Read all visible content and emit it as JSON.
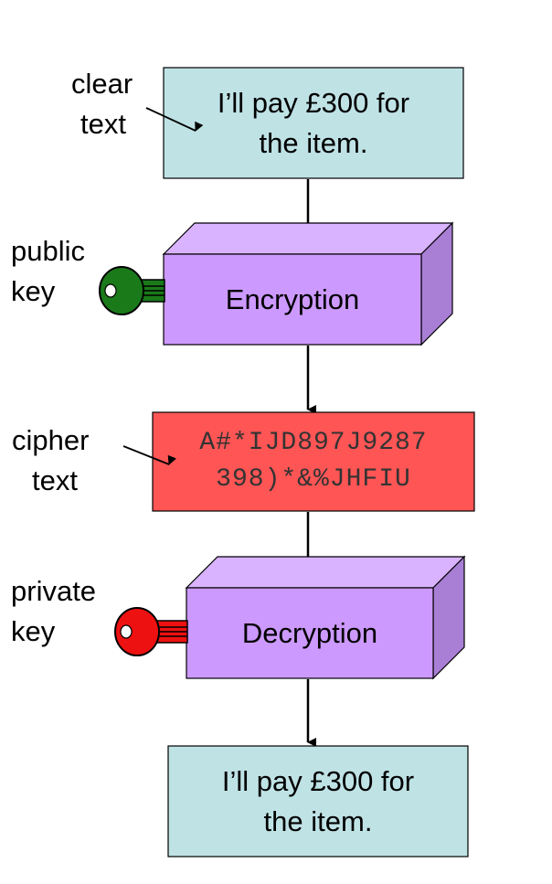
{
  "labels": {
    "clear_text": [
      "clear",
      "text"
    ],
    "public_key": [
      "public",
      "key"
    ],
    "cipher_text": [
      "cipher",
      "text"
    ],
    "private_key": [
      "private",
      "key"
    ]
  },
  "boxes": {
    "plaintext_top": [
      "I’ll pay £300 for",
      "the item."
    ],
    "encryption": "Encryption",
    "ciphertext": [
      "A#*IJD897J9287",
      "398)*&%JHFIU"
    ],
    "decryption": "Decryption",
    "plaintext_bottom": [
      "I’ll pay £300 for",
      "the item."
    ]
  },
  "colors": {
    "plaintext_box": "#bfe2e5",
    "process_front": "#cc99ff",
    "process_top": "#d9b3ff",
    "process_side": "#a97fd6",
    "cipher_box": "#ff5555",
    "public_key": "#1a7a1a",
    "private_key": "#ee1111"
  },
  "icons": {
    "public_key": "green-key-icon",
    "private_key": "red-key-icon"
  }
}
